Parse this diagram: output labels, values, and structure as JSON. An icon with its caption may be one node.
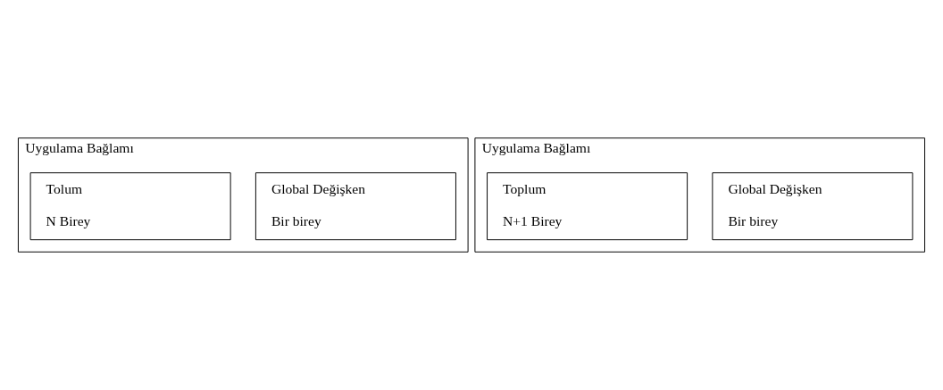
{
  "diagram": {
    "nodes": [
      {
        "text": [
          "Uygulama Bağlamı"
        ]
      },
      {
        "text": [
          "Global Değişken",
          "Bir birey"
        ],
        "in": 0
      },
      {
        "text": [
          "Tolum",
          "N Birey"
        ],
        "in": 0
      },
      {
        "text": [
          "Uygulama Bağlamı"
        ]
      },
      {
        "text": [
          "Global Değişken",
          "Bir birey"
        ],
        "in": 3
      },
      {
        "text": [
          "Toplum",
          "N+1 Birey"
        ],
        "in": 3
      }
    ]
  }
}
